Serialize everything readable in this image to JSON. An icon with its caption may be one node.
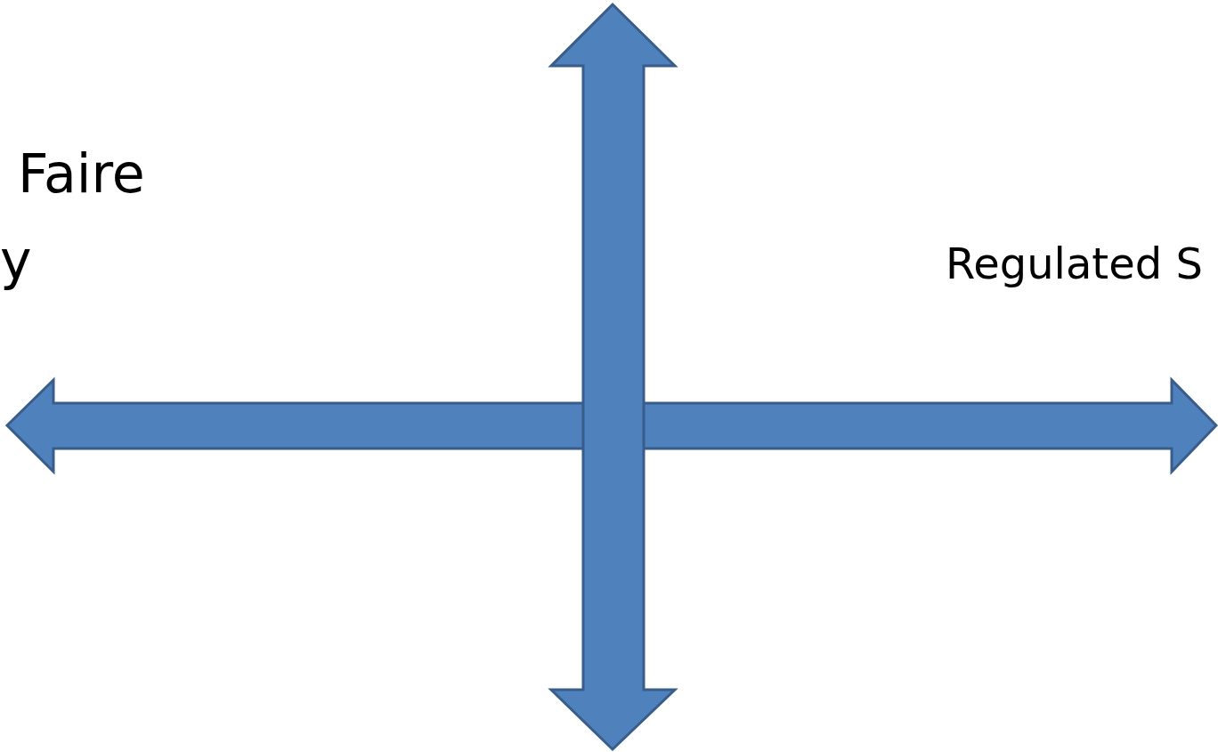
{
  "diagram": {
    "labels": [
      "Faire",
      "y",
      "Regulated S"
    ]
  }
}
